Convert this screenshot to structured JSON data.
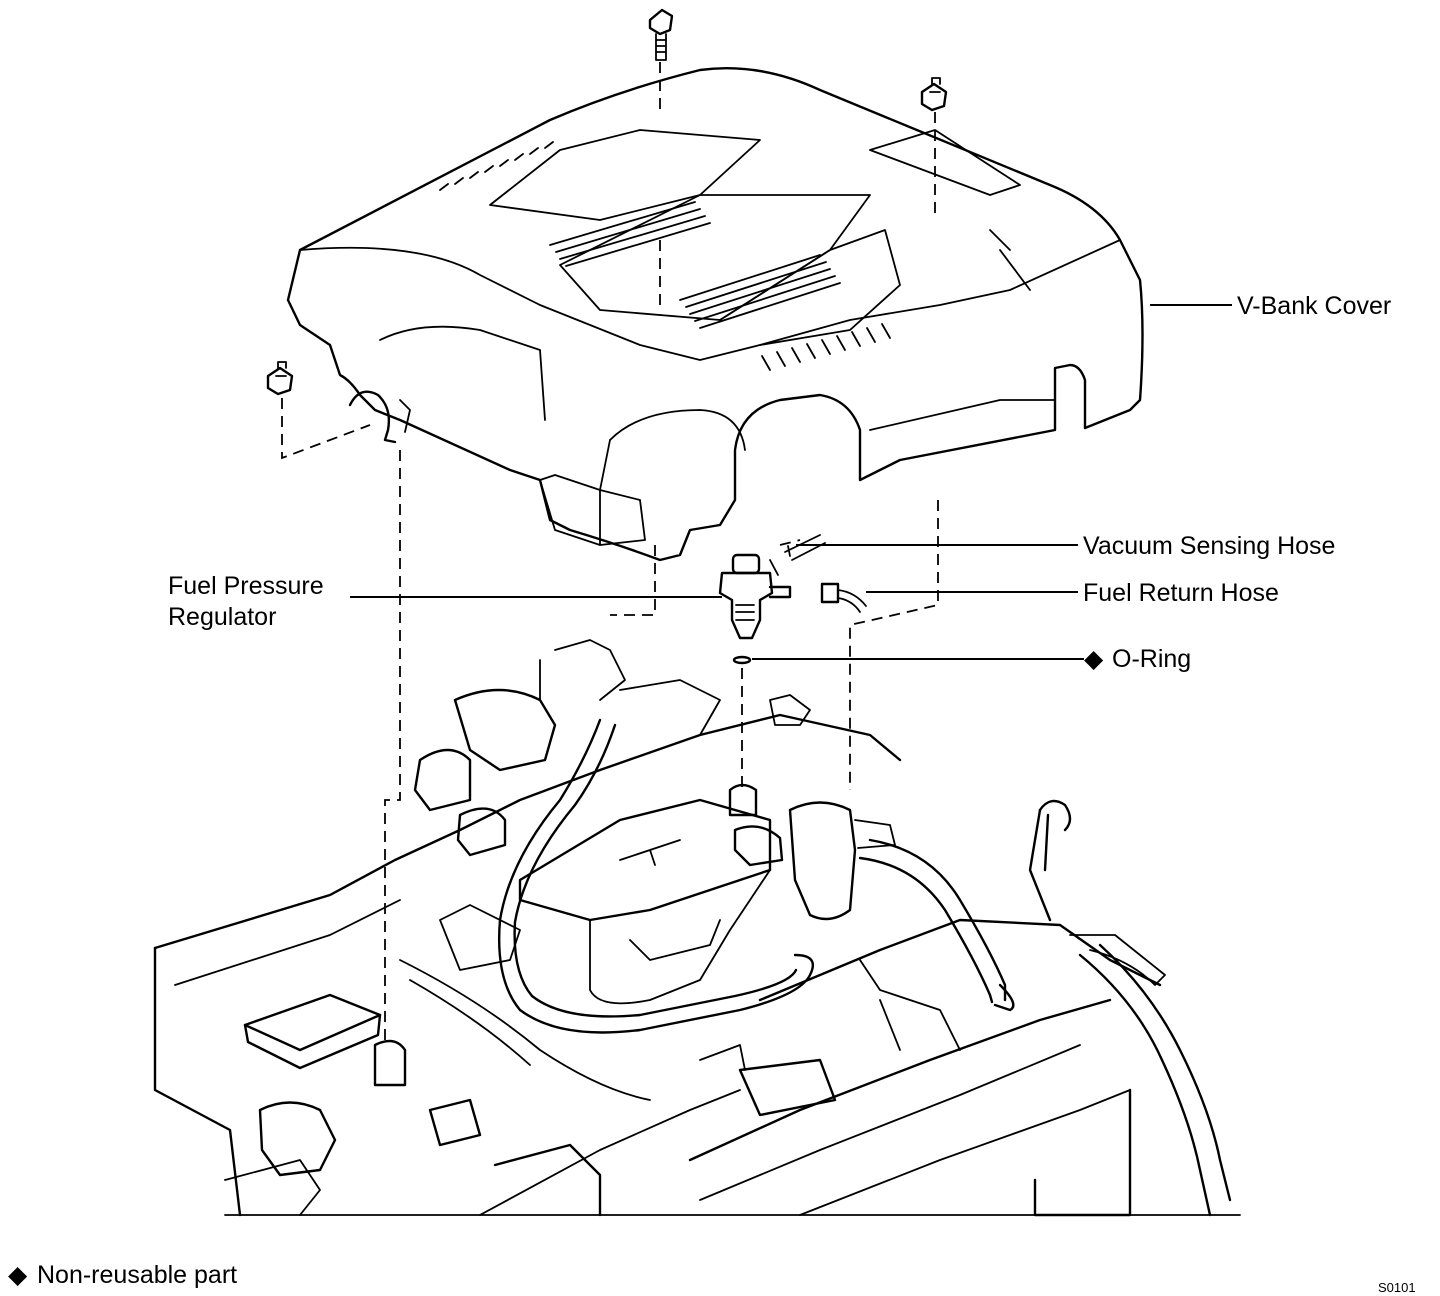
{
  "labels": {
    "v_bank_cover": "V-Bank Cover",
    "vacuum_sensing_hose": "Vacuum Sensing Hose",
    "fuel_return_hose": "Fuel Return Hose",
    "o_ring": "O-Ring",
    "fuel_pressure_regulator_line1": "Fuel Pressure",
    "fuel_pressure_regulator_line2": "Regulator"
  },
  "legend": {
    "symbol": "◆",
    "text": "Non-reusable part"
  },
  "figure_code": "S0101",
  "icons": {
    "non_reusable_marker": "diamond-icon"
  }
}
